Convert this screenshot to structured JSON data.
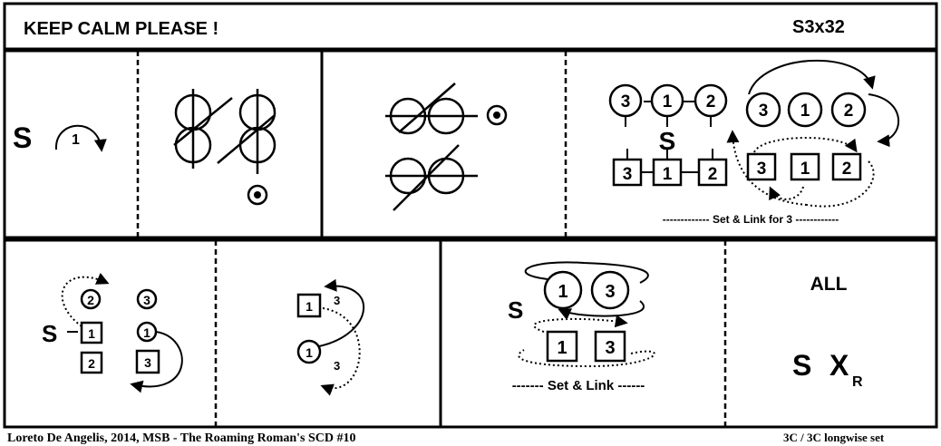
{
  "header": {
    "title": "KEEP CALM PLEASE !",
    "formation": "S3x32"
  },
  "row1": {
    "panel1": {
      "label_s": "S",
      "cast_number": "1"
    },
    "panel4": {
      "top_couples": [
        "3",
        "1",
        "2"
      ],
      "bottom_couples": [
        "3",
        "1",
        "2"
      ],
      "right_top_couples": [
        "3",
        "1",
        "2"
      ],
      "right_bottom_couples": [
        "3",
        "1",
        "2"
      ],
      "label_s": "S",
      "caption": "------------- Set & Link for 3 ------------"
    }
  },
  "row2": {
    "panel1": {
      "label_s": "S",
      "couples": [
        "2",
        "3",
        "1",
        "1",
        "2",
        "3"
      ]
    },
    "panel2": {
      "square_label": "1",
      "circle_label": "1",
      "annot_top": "3",
      "annot_bottom": "3"
    },
    "panel3": {
      "label_s": "S",
      "circles": [
        "1",
        "3"
      ],
      "squares": [
        "1",
        "3"
      ],
      "caption": "------- Set & Link ------"
    },
    "panel4": {
      "all_label": "ALL",
      "s_label": "S",
      "x_label": "X",
      "x_subscript": "R"
    }
  },
  "footer": {
    "credit": "Loreto De Angelis, 2014,  MSB - The Roaming Roman's SCD  #10",
    "set_info": "3C / 3C longwise set"
  }
}
